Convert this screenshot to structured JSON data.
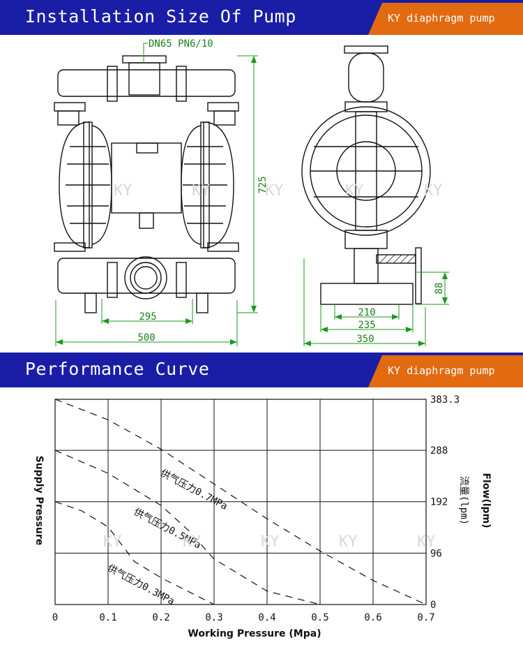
{
  "section1": {
    "title": "Installation Size Of Pump",
    "tag": "KY diaphragm pump"
  },
  "section2": {
    "title": "Performance Curve",
    "tag": "KY diaphragm pump"
  },
  "drawing": {
    "flange_label": "DN65 PN6/10",
    "dim_height": "725",
    "dim_inner_width": "295",
    "dim_width": "500",
    "side_dim_210": "210",
    "side_dim_235": "235",
    "side_dim_350": "350",
    "side_dim_88": "88",
    "watermark": "KY"
  },
  "chart_data": {
    "type": "line",
    "xlabel": "Working Pressure (Mpa)",
    "ylabel_left": "Supply Pressure",
    "ylabel_right": "Flow(lpm)",
    "ylabel_right_cn": "流量(lpm)",
    "x_ticks": [
      "0",
      "0.1",
      "0.2",
      "0.3",
      "0.4",
      "0.5",
      "0.6",
      "0.7"
    ],
    "y_ticks": [
      "0",
      "96",
      "192",
      "288",
      "383.3"
    ],
    "xlim": [
      0,
      0.7
    ],
    "ylim": [
      0,
      383.3
    ],
    "grid": true,
    "line_style": "dashed",
    "series": [
      {
        "name": "供气压力0.7MPa",
        "x": [
          0,
          0.1,
          0.2,
          0.3,
          0.4,
          0.5,
          0.6,
          0.7
        ],
        "y": [
          383.3,
          345,
          290,
          225,
          160,
          100,
          45,
          0
        ]
      },
      {
        "name": "供气压力0.5MPa",
        "x": [
          0,
          0.1,
          0.2,
          0.25,
          0.3,
          0.4,
          0.5
        ],
        "y": [
          288,
          245,
          185,
          140,
          85,
          25,
          0
        ]
      },
      {
        "name": "供气压力0.3MPa",
        "x": [
          0,
          0.05,
          0.1,
          0.15,
          0.2,
          0.25,
          0.3
        ],
        "y": [
          192,
          175,
          145,
          80,
          50,
          25,
          0
        ]
      }
    ]
  }
}
